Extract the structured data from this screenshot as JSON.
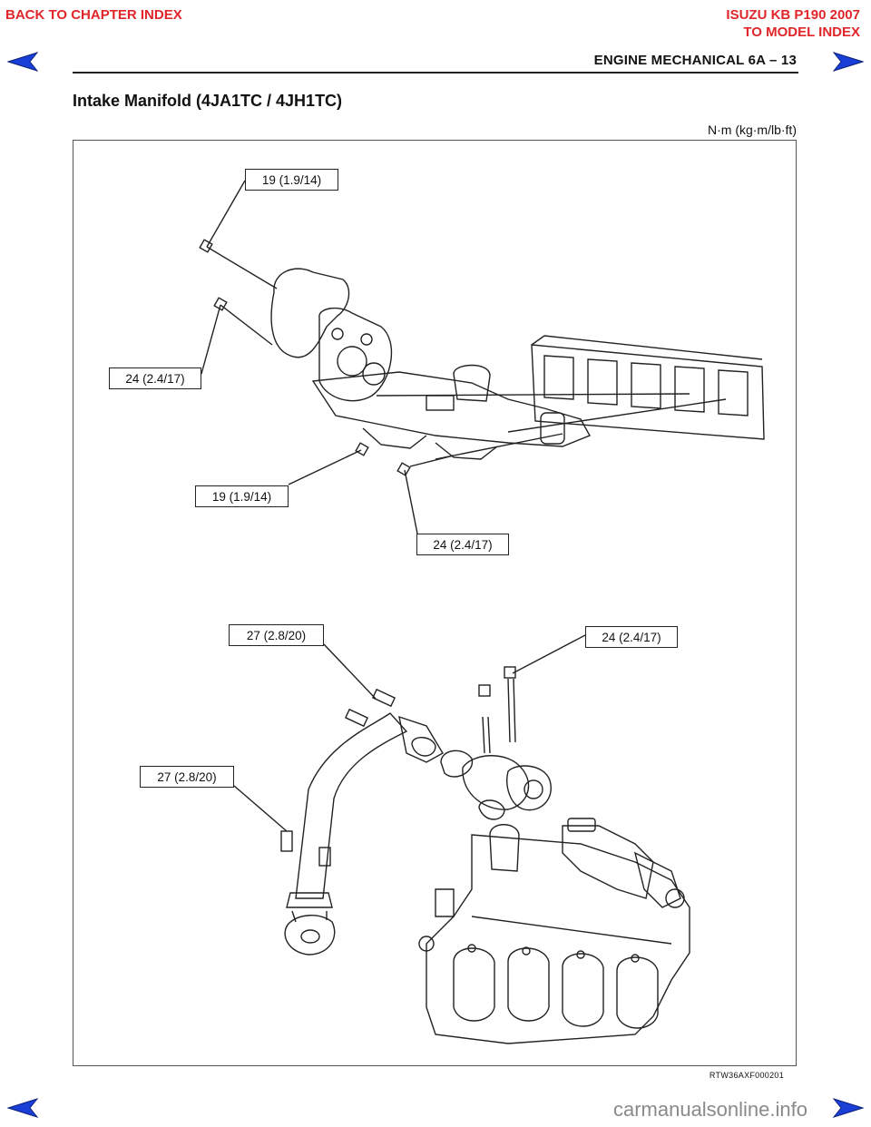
{
  "nav": {
    "back_to_chapter": "BACK TO CHAPTER INDEX",
    "model_title": "ISUZU KB P190 2007",
    "to_model_index": "TO MODEL INDEX"
  },
  "header": {
    "chapter": "ENGINE MECHANICAL   6A – 13"
  },
  "section": {
    "title": "Intake Manifold (4JA1TC / 4JH1TC)",
    "units": "N·m (kg·m/lb·ft)"
  },
  "torque_labels": [
    "19 (1.9/14)",
    "24 (2.4/17)",
    "19 (1.9/14)",
    "24 (2.4/17)",
    "27 (2.8/20)",
    "24 (2.4/17)",
    "27 (2.8/20)"
  ],
  "figure": {
    "code": "RTW36AXF000201"
  },
  "watermark": "carmanualsonline.info",
  "colors": {
    "nav_red": "#e0262a",
    "arrow_blue": "#1a3fd6",
    "line": "#222222"
  },
  "icons": {
    "prev": "arrow-left-icon",
    "next": "arrow-right-icon"
  }
}
